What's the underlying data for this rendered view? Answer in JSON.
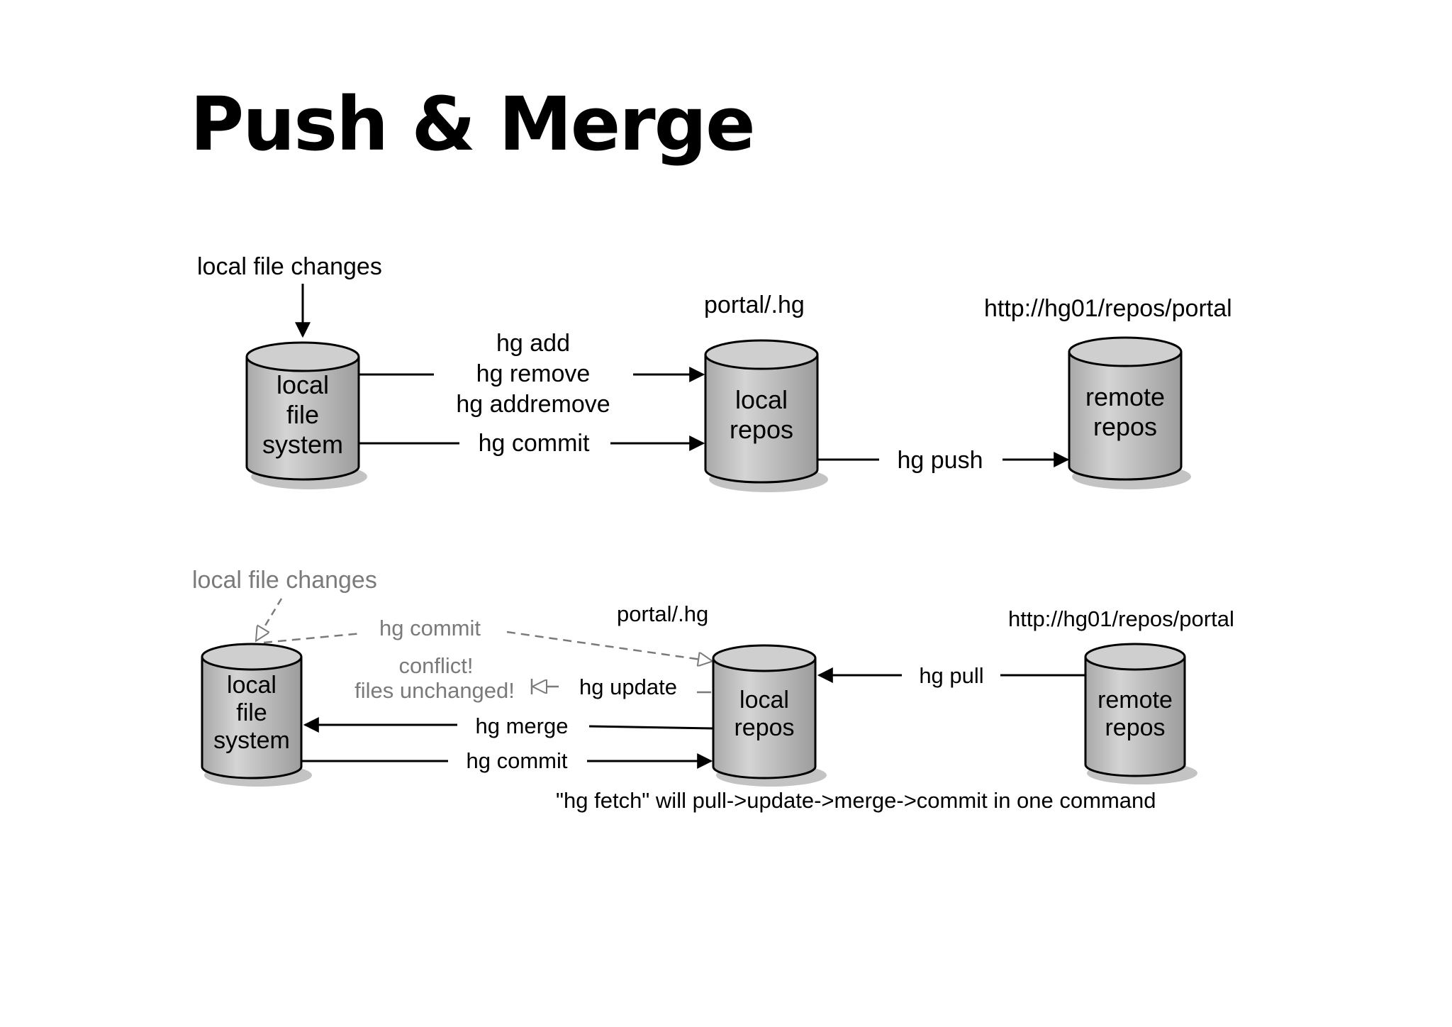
{
  "title": "Push & Merge",
  "colors": {
    "cylinder_fill": "#bdbdbd",
    "cylinder_top": "#cfcfcf",
    "shadow": "#9a9a9a",
    "dashed_grey": "#7a7a7a"
  },
  "top_flow": {
    "local_file_changes": "local file changes",
    "local_fs": [
      "local",
      "file",
      "system"
    ],
    "commands_add": [
      "hg add",
      "hg remove",
      "hg addremove"
    ],
    "commit": "hg commit",
    "local_repo_path": "portal/.hg",
    "local_repo": [
      "local",
      "repos"
    ],
    "push": "hg push",
    "remote_url": "http://hg01/repos/portal",
    "remote_repo": [
      "remote",
      "repos"
    ]
  },
  "bottom_flow": {
    "local_file_changes": "local file changes",
    "commit_dashed": "hg commit",
    "local_repo_path": "portal/.hg",
    "remote_url": "http://hg01/repos/portal",
    "local_fs": [
      "local",
      "file",
      "system"
    ],
    "conflict": [
      "conflict!",
      "files unchanged!"
    ],
    "update": "hg update",
    "merge": "hg merge",
    "commit": "hg commit",
    "local_repo": [
      "local",
      "repos"
    ],
    "pull": "hg pull",
    "remote_repo": [
      "remote",
      "repos"
    ],
    "fetch_note": "\"hg fetch\" will pull->update->merge->commit in one command"
  }
}
